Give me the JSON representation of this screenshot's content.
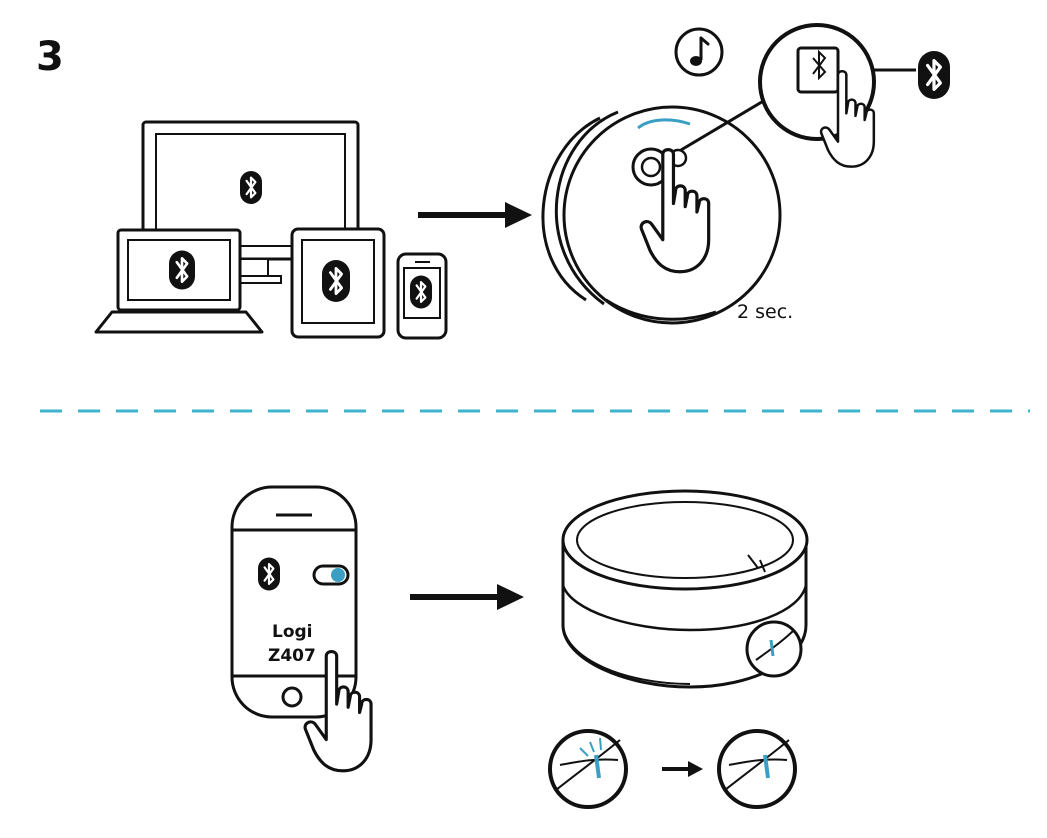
{
  "step": {
    "number": "3"
  },
  "top_panel": {
    "hold_duration": "2 sec."
  },
  "bottom_panel": {
    "device_name_line1": "Logi",
    "device_name_line2": "Z407"
  },
  "colors": {
    "divider": "#3fb4cf",
    "led": "#3a9fc3",
    "ink": "#111111"
  },
  "icons": [
    "music-note-icon",
    "bluetooth-icon",
    "arrow-right-icon",
    "hand-pointer-icon",
    "toggle-switch-icon"
  ]
}
